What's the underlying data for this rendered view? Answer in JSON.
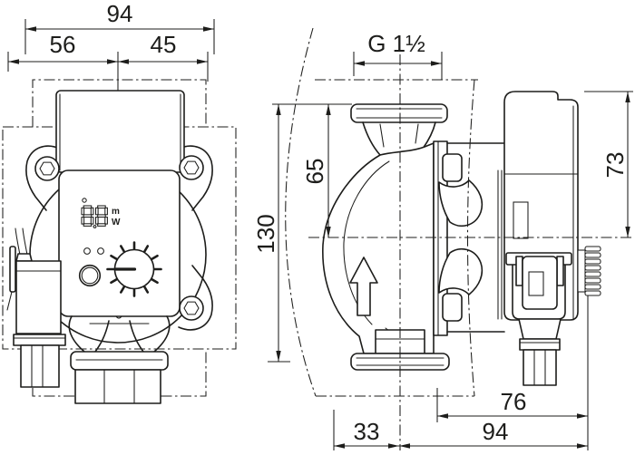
{
  "meta": {
    "background": "#ffffff",
    "line_color": "#1d1d1b"
  },
  "front_view": {
    "dims": {
      "overall_width": "94",
      "left_of_center": "56",
      "right_of_center": "45"
    },
    "display": {
      "value": "88",
      "unit_top": "m",
      "unit_bottom": "W"
    }
  },
  "side_view": {
    "dims": {
      "thread_size": "G 1½",
      "port_to_center": "65",
      "port_to_port": "130",
      "center_to_top": "73",
      "flange_to_knob": "76",
      "center_to_left": "33",
      "center_to_knob": "94"
    }
  }
}
